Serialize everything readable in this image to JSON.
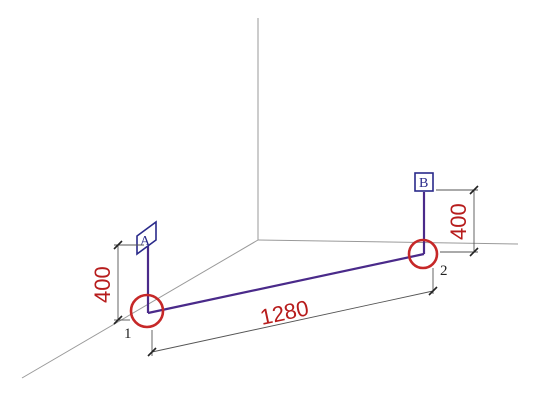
{
  "diagram": {
    "dimensions": {
      "length_label": "1280",
      "height_a_label": "400",
      "height_b_label": "400"
    },
    "points": {
      "point_1_label": "1",
      "point_2_label": "2"
    },
    "boxes": {
      "box_a_label": "A",
      "box_b_label": "B"
    },
    "colors": {
      "pipe": "#4a2a8a",
      "node": "#c62828",
      "dimension_text": "#b71c1c",
      "axis": "#9a9a9a"
    }
  }
}
